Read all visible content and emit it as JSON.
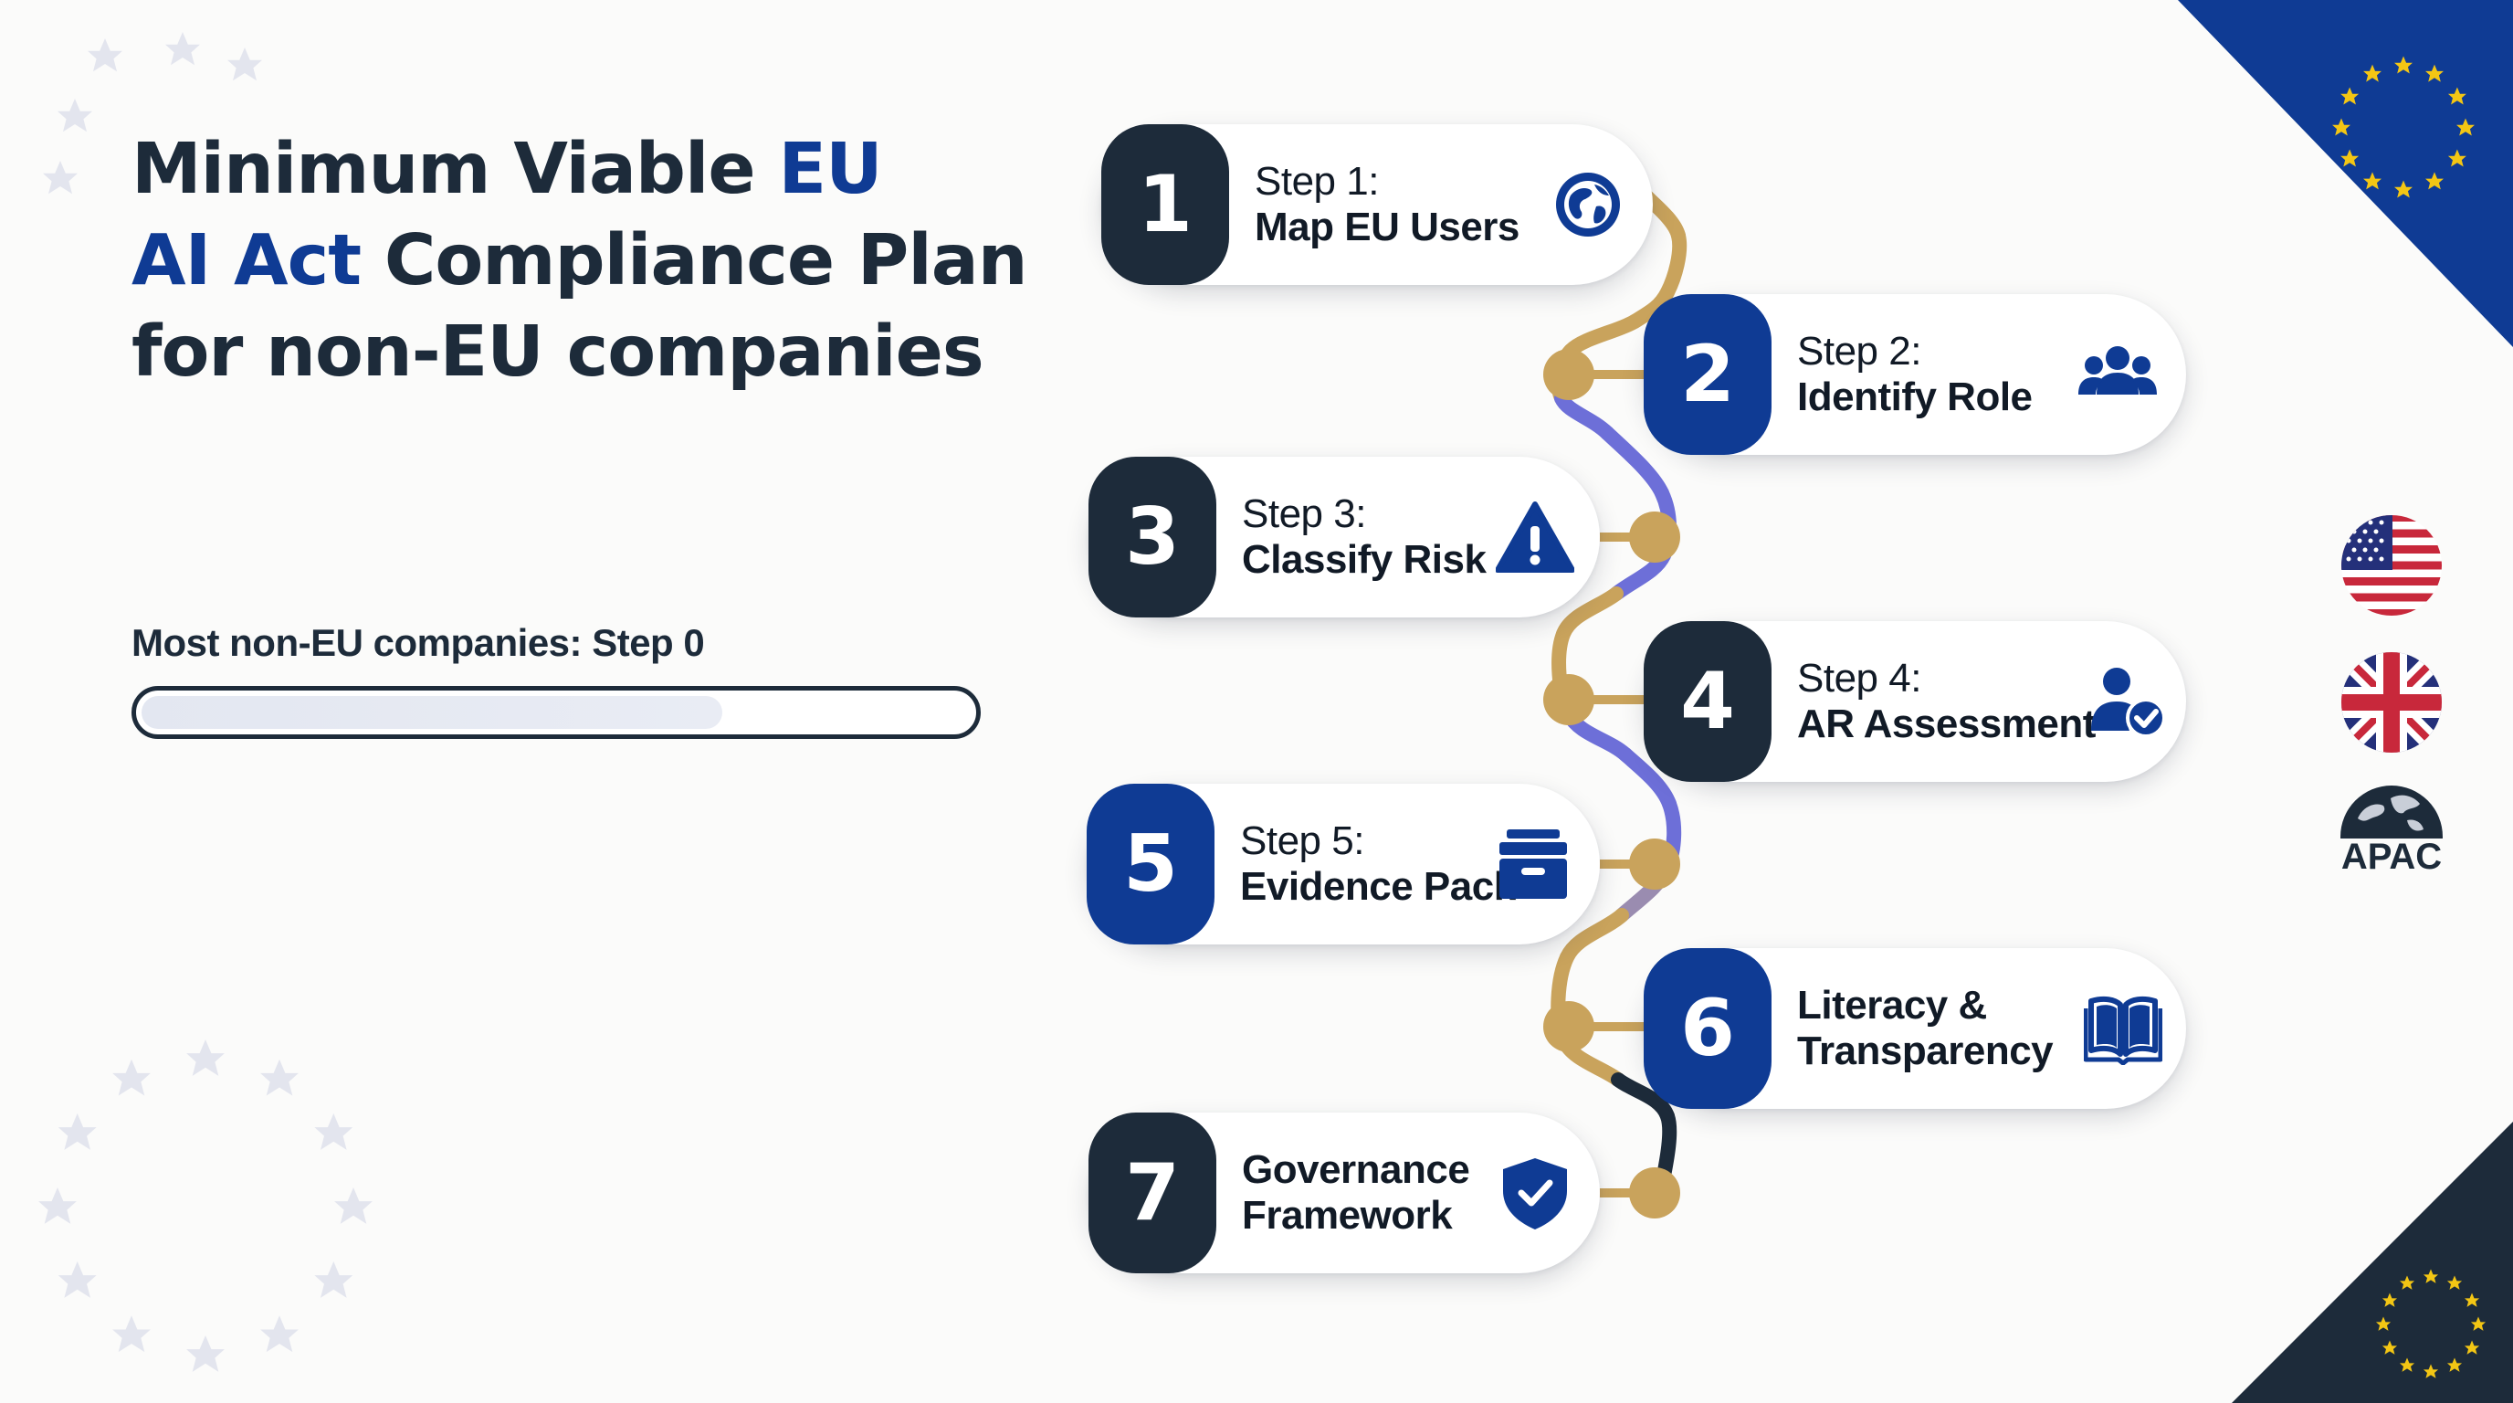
{
  "title": {
    "line1_plain": "Minimum Viable ",
    "line1_highlight": "EU",
    "line2_highlight": "AI Act",
    "line2_plain": " Compliance Plan",
    "line3": "for non-EU companies"
  },
  "progress": {
    "label": "Most non-EU companies: Step 0",
    "fill_fraction": 0.7
  },
  "steps": [
    {
      "number": "1",
      "label": "Step 1:",
      "title": "Map EU Users",
      "icon": "globe-icon"
    },
    {
      "number": "2",
      "label": "Step 2:",
      "title": "Identify Role",
      "icon": "users-icon"
    },
    {
      "number": "3",
      "label": "Step 3:",
      "title": "Classify Risk",
      "icon": "warning-icon"
    },
    {
      "number": "4",
      "label": "Step 4:",
      "title": "AR Assessment",
      "icon": "user-check-icon"
    },
    {
      "number": "5",
      "label": "Step 5:",
      "title": "Evidence Pack",
      "icon": "archive-box-icon"
    },
    {
      "number": "6",
      "label": "",
      "title_line1": "Literacy &",
      "title_line2": "Transparency",
      "icon": "open-book-icon"
    },
    {
      "number": "7",
      "label": "",
      "title_line1": "Governance",
      "title_line2": "Framework",
      "icon": "shield-check-icon"
    }
  ],
  "regions": [
    {
      "icon": "us-flag-icon"
    },
    {
      "icon": "uk-flag-icon"
    },
    {
      "icon": "apac-globe-icon",
      "label": "APAC"
    }
  ],
  "colors": {
    "navy": "#1d2b3a",
    "eu_blue": "#0f3b94",
    "gold": "#c9a35c",
    "purple": "#6d6fd8",
    "eu_star": "#f3c614"
  }
}
